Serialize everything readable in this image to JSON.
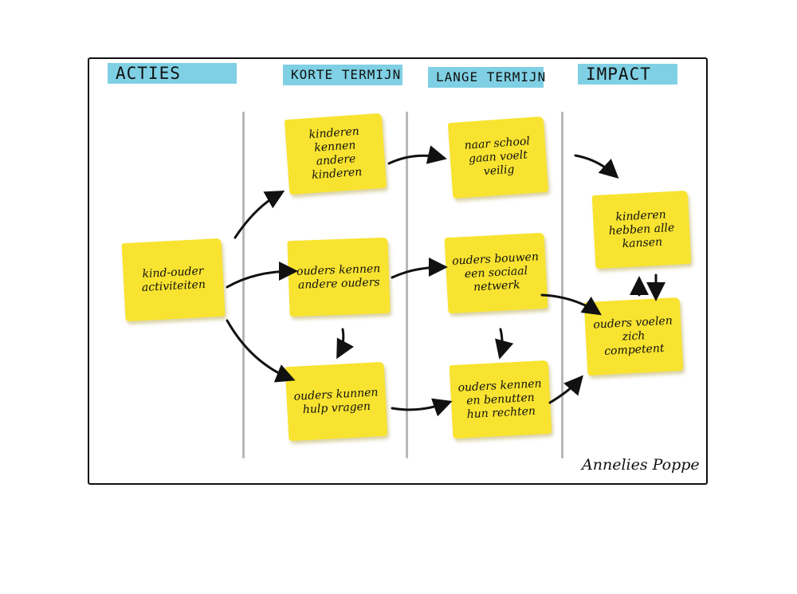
{
  "headers": {
    "acties": "ACTIES",
    "korte_termijn": "KORTE TERMIJN",
    "lange_termijn": "LANGE TERMIJN",
    "impact": "IMPACT"
  },
  "notes": {
    "kind_ouder": "kind-ouder activiteiten",
    "kinderen_kennen": "kinderen kennen andere kinderen",
    "ouders_kennen": "ouders kennen andere ouders",
    "hulp_vragen": "ouders kunnen hulp vragen",
    "school_veilig": "naar school gaan voelt veilig",
    "sociaal_netwerk": "ouders bouwen een sociaal netwerk",
    "rechten": "ouders kennen en benutten hun rechten",
    "kansen": "kinderen hebben alle kansen",
    "competent": "ouders voelen zich competent"
  },
  "signature": "Annelies Poppe",
  "colors": {
    "note": "#f8e330",
    "header": "#7fd0e4",
    "divider": "#b8b8b8"
  }
}
